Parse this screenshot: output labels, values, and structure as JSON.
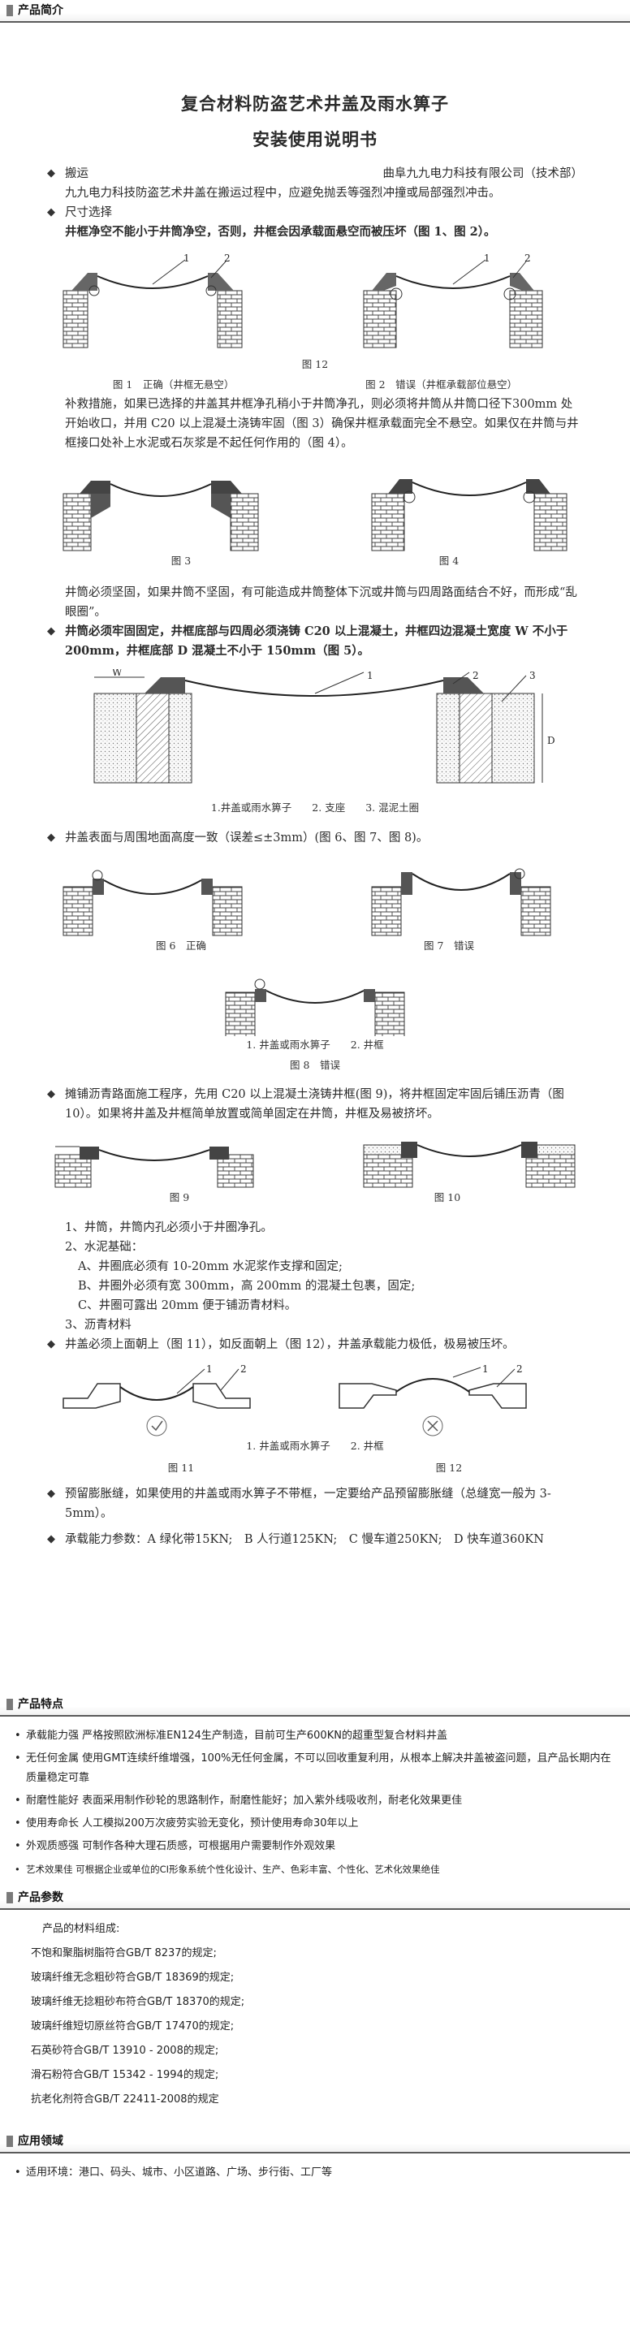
{
  "sections": {
    "intro": "产品简介",
    "features": "产品特点",
    "params": "产品参数",
    "apps": "应用领域"
  },
  "manual": {
    "title": "复合材料防盗艺术井盖及雨水箅子",
    "subtitle": "安装使用说明书",
    "transport_head": "搬运",
    "company": "曲阜九九电力科技有限公司（技术部）",
    "transport_text": "九九电力科技防盗艺术井盖在搬运过程中，应避免抛丢等强烈冲撞或局部强烈冲击。",
    "size_head": "尺寸选择",
    "size_text": "井框净空不能小于井筒净空，否则，井框会因承载面悬空而被压坏（图 1、图 2）。",
    "fig12_caption": "图 12",
    "fig1_caption": "图 1　正确（井框无悬空）",
    "fig2_caption": "图 2　错误（井框承载部位悬空）",
    "remedy_text": "补救措施，如果已选择的井盖其井框净孔稍小于井筒净孔，则必须将井筒从井筒口径下300mm 处开始收口，并用 C20 以上混凝土浇铸牢固（图 3）确保井框承载面完全不悬空。如果仅在井筒与井框接口处补上水泥或石灰浆是不起任何作用的（图 4）。",
    "fig3_caption": "图 3",
    "fig4_caption": "图 4",
    "solid_text": "井筒必须坚固，如果井筒不坚固，有可能造成井筒整体下沉或井筒与四周路面结合不好，而形成“乱眼圈”。",
    "base_head": "井筒必须牢固固定，井框底部与四周必须浇铸 C20 以上混凝土，井框四边混凝土宽度 W 不小于 200mm，井框底部 D 混凝土不小于 150mm（图 5）。",
    "fig5_caption": "1.井盖或雨水箅子　　2. 支座　　3. 混泥土圈",
    "fig5_w": "W",
    "fig5_d": "D",
    "height_head": "井盖表面与周围地面高度一致（误差≤±3mm）(图 6、图 7、图 8)。",
    "fig6_caption": "图 6　正确",
    "fig7_caption": "图 7　错误",
    "fig8_legend": "1. 井盖或雨水箅子　　2. 井框",
    "fig8_caption": "图 8　错误",
    "asphalt_head": "摊铺沥青路面施工程序，先用 C20 以上混凝土浇铸井框(图 9)，将井框固定牢固后铺压沥青（图 10）。如果将井盖及井框简单放置或简单固定在井筒，井框及易被挤坏。",
    "fig9_caption": "图 9",
    "fig10_caption": "图 10",
    "step1": "1、井筒，井筒内孔必须小于井圈净孔。",
    "step2": "2、水泥基础：",
    "step2a": "A、井圈底必须有 10-20mm 水泥浆作支撑和固定;",
    "step2b": "B、井圈外必须有宽 300mm，高 200mm 的混凝土包裹，固定;",
    "step2c": "C、井圈可露出 20mm 便于铺沥青材料。",
    "step3": "3、沥青材料",
    "face_head": "井盖必须上面朝上（图 11），如反面朝上（图 12），井盖承载能力极低，极易被压坏。",
    "fig1112_legend": "1. 井盖或雨水箅子　　2. 井框",
    "fig11_caption": "图 11",
    "gap_text": "预留膨胀缝，如果使用的井盖或雨水箅子不带框，一定要给产品预留膨胀缝（总缝宽一般为 3-5mm）。",
    "load_head": "承载能力参数：A 绿化带15KN;　B 人行道125KN;　C 慢车道250KN;　D 快车道360KN",
    "label_1": "1",
    "label_2": "2",
    "label_3": "3"
  },
  "features": [
    "承载能力强 严格按照欧洲标准EN124生产制造，目前可生产600KN的超重型复合材料井盖",
    "无任何金属 使用GMT连续纤维增强，100%无任何金属，不可以回收重复利用，从根本上解决井盖被盗问题，且产品长期内在质量稳定可靠",
    "耐磨性能好 表面采用制作砂轮的思路制作，耐磨性能好；加入紫外线吸收剂，耐老化效果更佳",
    "使用寿命长 人工模拟200万次疲劳实验无变化，预计使用寿命30年以上",
    "外观质感强 可制作各种大理石质感，可根据用户需要制作外观效果",
    "艺术效果佳 可根据企业或单位的CI形象系统个性化设计、生产、色彩丰富、个性化、艺术化效果绝佳"
  ],
  "params": {
    "intro": "产品的材料组成:",
    "items": [
      "不饱和聚脂树脂符合GB/T 8237的规定;",
      "玻璃纤维无念粗砂符合GB/T 18369的规定;",
      "玻璃纤维无捻粗砂布符合GB/T 18370的规定;",
      "玻璃纤维短切原丝符合GB/T 17470的规定;",
      "石英砂符合GB/T 13910 - 2008的规定;",
      "滑石粉符合GB/T 15342 - 1994的规定;",
      "抗老化剂符合GB/T 22411-2008的规定"
    ]
  },
  "apps": {
    "items": [
      "适用环境：港口、码头、城市、小区道路、广场、步行街、工厂等"
    ]
  }
}
